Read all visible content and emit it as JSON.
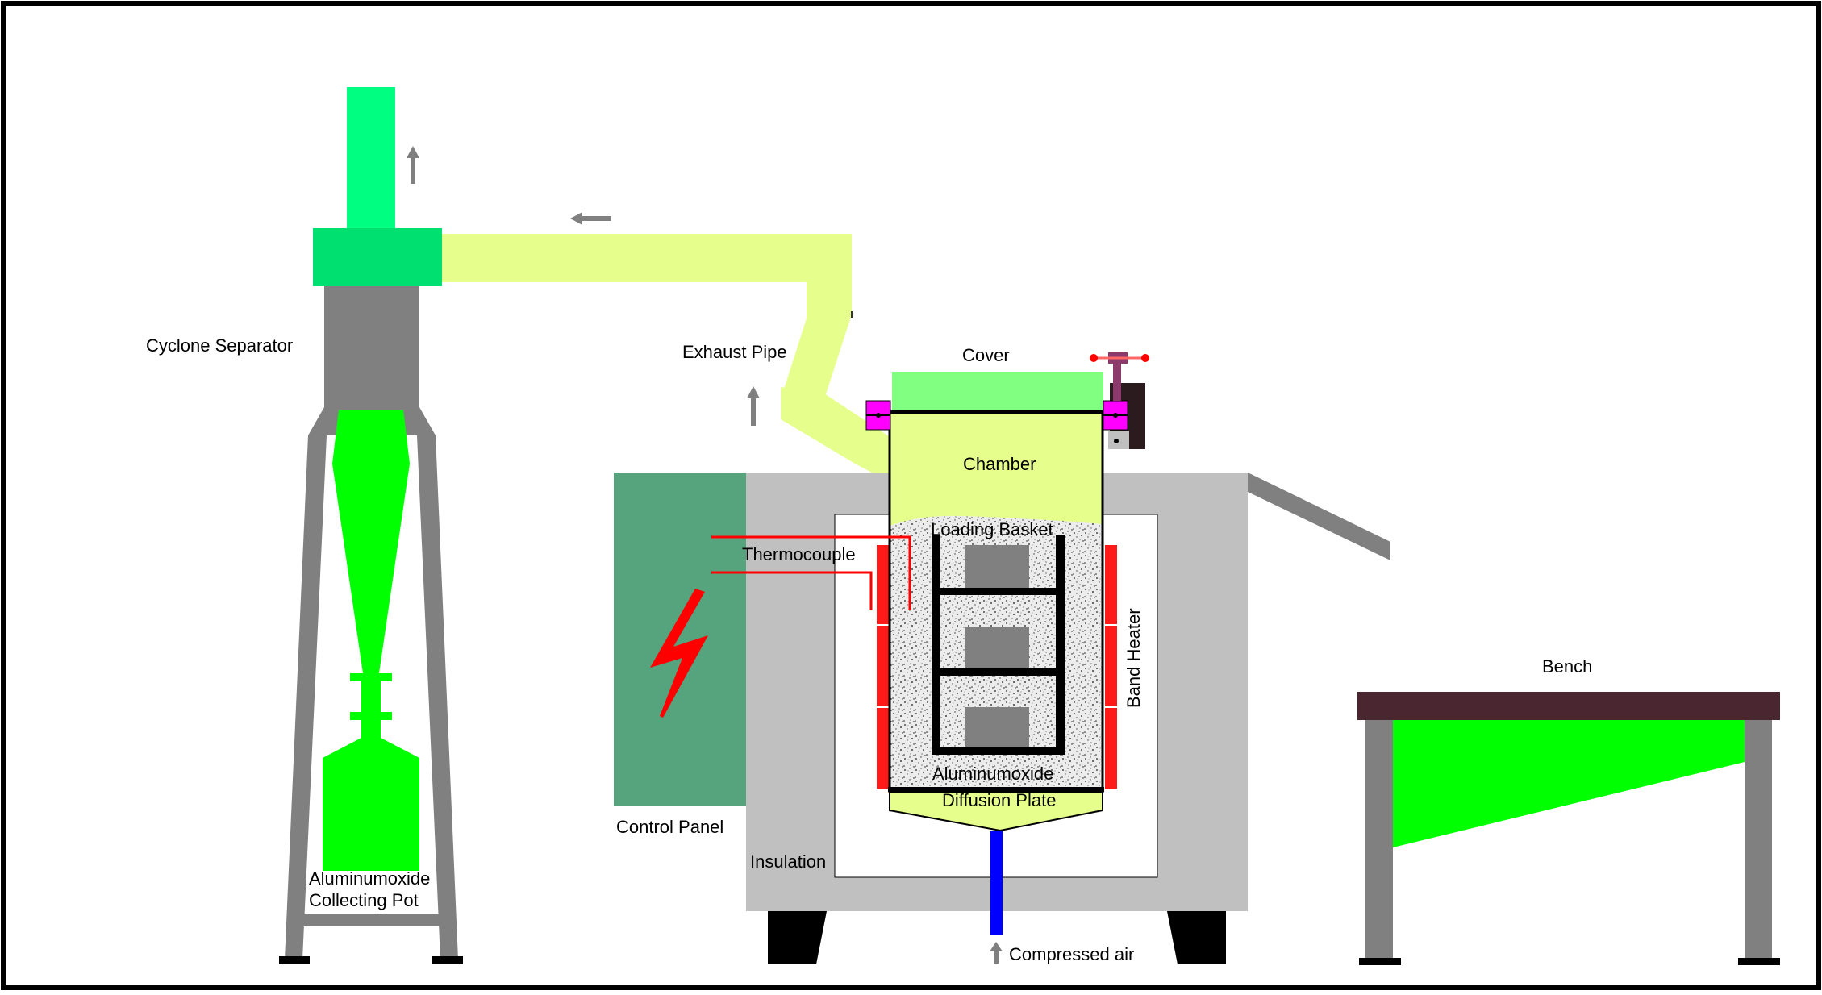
{
  "labels": {
    "cyclone_separator": "Cyclone Separator",
    "exhaust_pipe": "Exhaust Pipe",
    "cover": "Cover",
    "chamber": "Chamber",
    "loading_basket": "Loading Basket",
    "thermocouple": "Thermocouple",
    "band_heater": "Band Heater",
    "aluminumoxide": "Aluminumoxide",
    "diffusion_plate": "Diffusion Plate",
    "control_panel": "Control Panel",
    "insulation": "Insulation",
    "compressed_air": "Compressed air",
    "bench": "Bench",
    "collecting_pot_line1": "Aluminumoxide",
    "collecting_pot_line2": "Collecting Pot"
  },
  "colors": {
    "cyclone_green": "#00ff80",
    "cyclone_green_dark": "#00e070",
    "pot_green": "#00ff00",
    "cyclone_body": "#808080",
    "exhaust_pipe": "#e6ff8c",
    "cover": "#80ff80",
    "chamber": "#e6ff8c",
    "furnace_body": "#c0c0c0",
    "control_panel": "#55a47e",
    "heater": "#ff1a1a",
    "clamp_magenta": "#ff00ff",
    "air_pipe": "#0000ff",
    "bench_top": "#4a2630",
    "lightning": "#ff0000",
    "arrow": "#808080"
  },
  "icons": {
    "arrow_up": "arrow-up-icon",
    "arrow_left": "arrow-left-icon",
    "lightning": "lightning-icon"
  }
}
